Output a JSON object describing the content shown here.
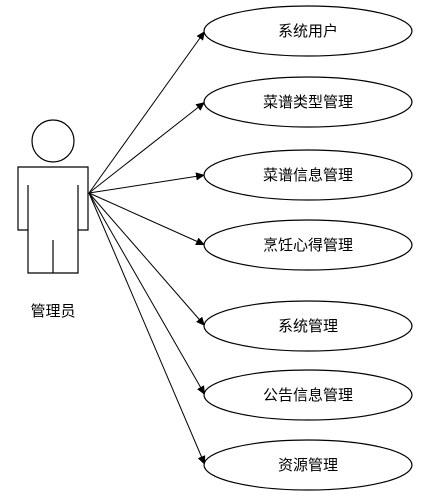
{
  "diagram": {
    "type": "use-case",
    "actor": {
      "label": "管理员",
      "icon": "stick-figure-actor"
    },
    "use_cases": [
      {
        "label": "系统用户"
      },
      {
        "label": "菜谱类型管理"
      },
      {
        "label": "菜谱信息管理"
      },
      {
        "label": "烹饪心得管理"
      },
      {
        "label": "系统管理"
      },
      {
        "label": "公告信息管理"
      },
      {
        "label": "资源管理"
      }
    ],
    "colors": {
      "line": "#000000",
      "fill": "#ffffff"
    }
  }
}
